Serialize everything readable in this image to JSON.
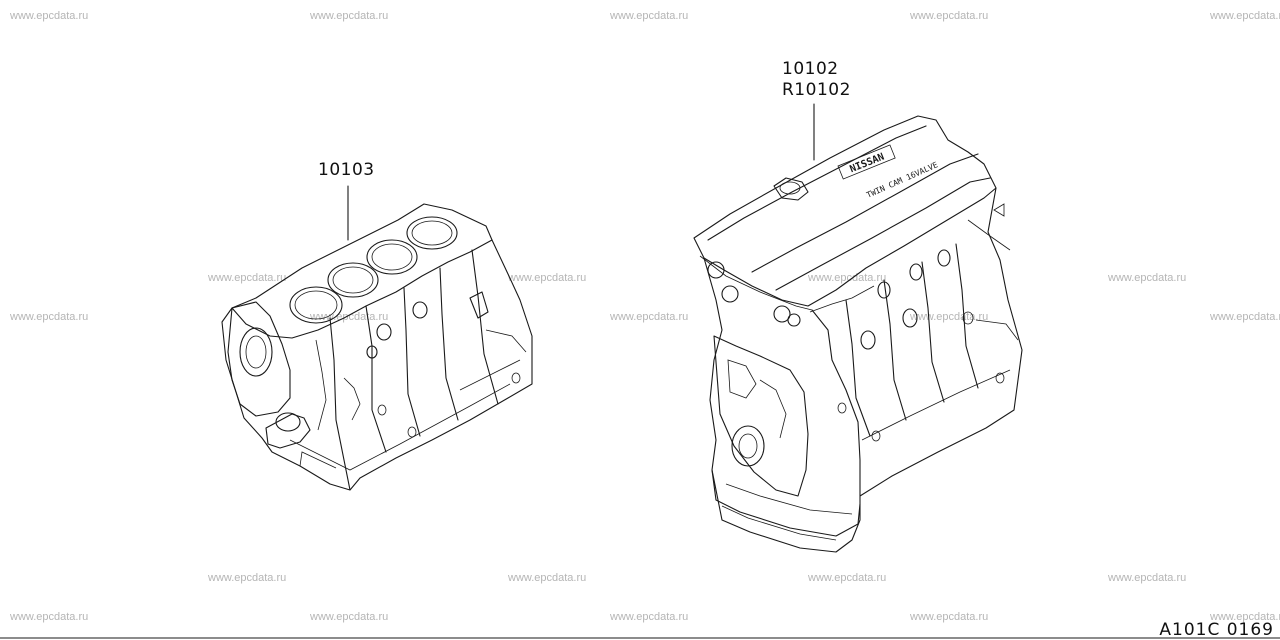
{
  "watermark": "www.epcdata.ru",
  "parts": {
    "short_block": {
      "label": "10103"
    },
    "complete_engine": {
      "label_primary": "10102",
      "label_secondary": "R10102"
    }
  },
  "engine_text": {
    "cover_brand": "NISSAN",
    "cover_model": "TWIN CAM 16VALVE"
  },
  "figure_code": "A101C 0169"
}
